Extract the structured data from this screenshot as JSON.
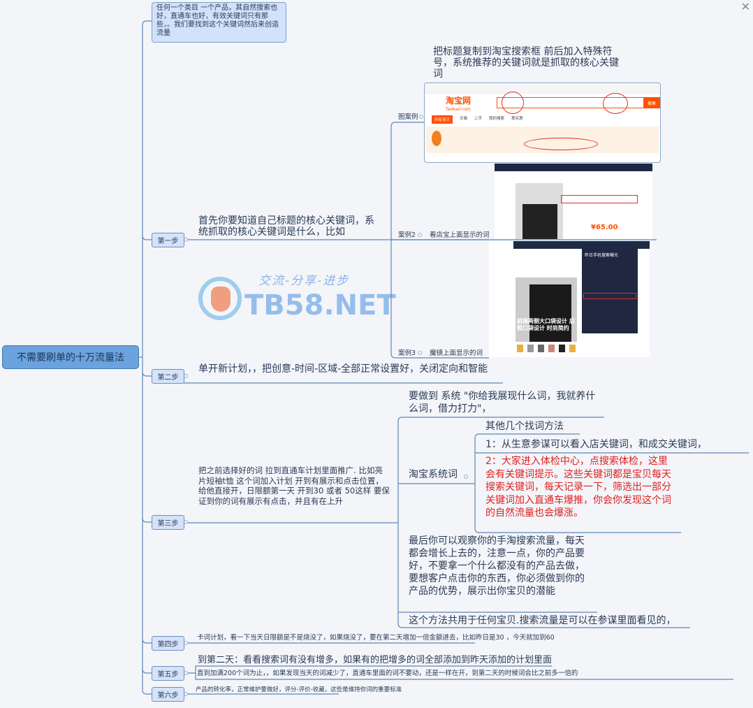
{
  "root": "不需要刷单的十万流量法",
  "top_note": "任何一个类目  一个产品，其自然搜索也好，直通车也好，有效关键词只有那些，。我们要找到这个关键词然后来创造流量",
  "steps": [
    {
      "label": "第一步",
      "text": "首先你要知道自己标题的核心关键词，系统抓取的核心关键词是什么，比如"
    },
    {
      "label": "第二步",
      "text": "单开新计划，，把创意-时间-区域-全部正常设置好，关闭定向和智能"
    },
    {
      "label": "第三步",
      "text": "把之前选择好的词 拉到直通车计划里面推广.  比如亮片短袖t恤  这个词加入计划  开到有展示和点击位置，给他直接开，日限额第一天 开到30 或者 50这样 要保证到你的词有展示有点击，并且有在上升"
    },
    {
      "label": "第四步",
      "text": "卡词计划，看一下当天日限额是不是烧没了，如果烧没了，要在第二天增加一倍金额进去，比如昨日是30 ，今天就加到60"
    },
    {
      "label": "第五步",
      "text": "到第二天：看看搜索词有没有增多，如果有的把增多的词全部添加到昨天添加的计划里面",
      "text2": "直到加满200个词为止，，如果发现当天的词减少了，直通车里面的词不要动，还是一样在开，到第二天的时候词会比之前多一倍的"
    },
    {
      "label": "第六步",
      "text": "产品的转化率，正常维护要做好，评分-评价-收藏，这些是维持你词的重要标准"
    }
  ],
  "step1_cases": {
    "case1_label": "图案例",
    "case1_caption": "把标题复制到淘宝搜索框     前后加入特殊符号，系统推荐的关键词就是抓取的核心关键词",
    "case2_label": "案例2",
    "case2_text": "看店宝上面显示的词",
    "case3_label": "案例3",
    "case3_text": "魔镜上面显示的词"
  },
  "screenshots": {
    "taobao_logo": "淘宝网",
    "taobao_domain": "Taobao.com",
    "search_button": "搜索",
    "tabs": [
      "所有宝贝",
      "天猫",
      "二手",
      "我的搜索",
      "惠实惠"
    ],
    "price": "¥65.00",
    "panel_title": "昨日手机搜索曝光",
    "product_caption": "前插两侧大口袋设计 后假口袋设计 时尚简约"
  },
  "step3_children": {
    "goal": "要做到    系统 \"你给我展现什么词，我就养什么词，借力打力\"，",
    "system_words": "淘宝系统词",
    "other_methods": "其他几个找词方法",
    "method1": "1：从生意参谋可以看入店关键词，和成交关键词，",
    "method2": "2：大家进入体检中心，点搜索体检，这里会有关键词提示。这些关键词都是宝贝每天搜索关键词，每天记录一下，筛选出一部分关键词加入直通车爆推，你会你发现这个词的自然流量也会爆涨。",
    "observe": "最后你可以观察你的手淘搜索流量，每天都会增长上去的，注意一点，你的产品要好，不要拿一个什么都没有的产品去做，要想客户点击你的东西，你必须做到你的产品的优势，展示出你宝贝的潜能",
    "applies": "这个方法共用于任何宝贝.搜索流量是可以在参谋里面看见的，"
  },
  "watermark": {
    "slogan": "交流-分享-进步",
    "site": "TB58.NET"
  },
  "colors": {
    "line": "#5d87b5",
    "root_fill": "#6aa3de",
    "step_fill": "#d5e3fa",
    "highlight_text": "#e02020",
    "background": "#f3f5f9"
  },
  "icons": {
    "close": "close-icon"
  }
}
